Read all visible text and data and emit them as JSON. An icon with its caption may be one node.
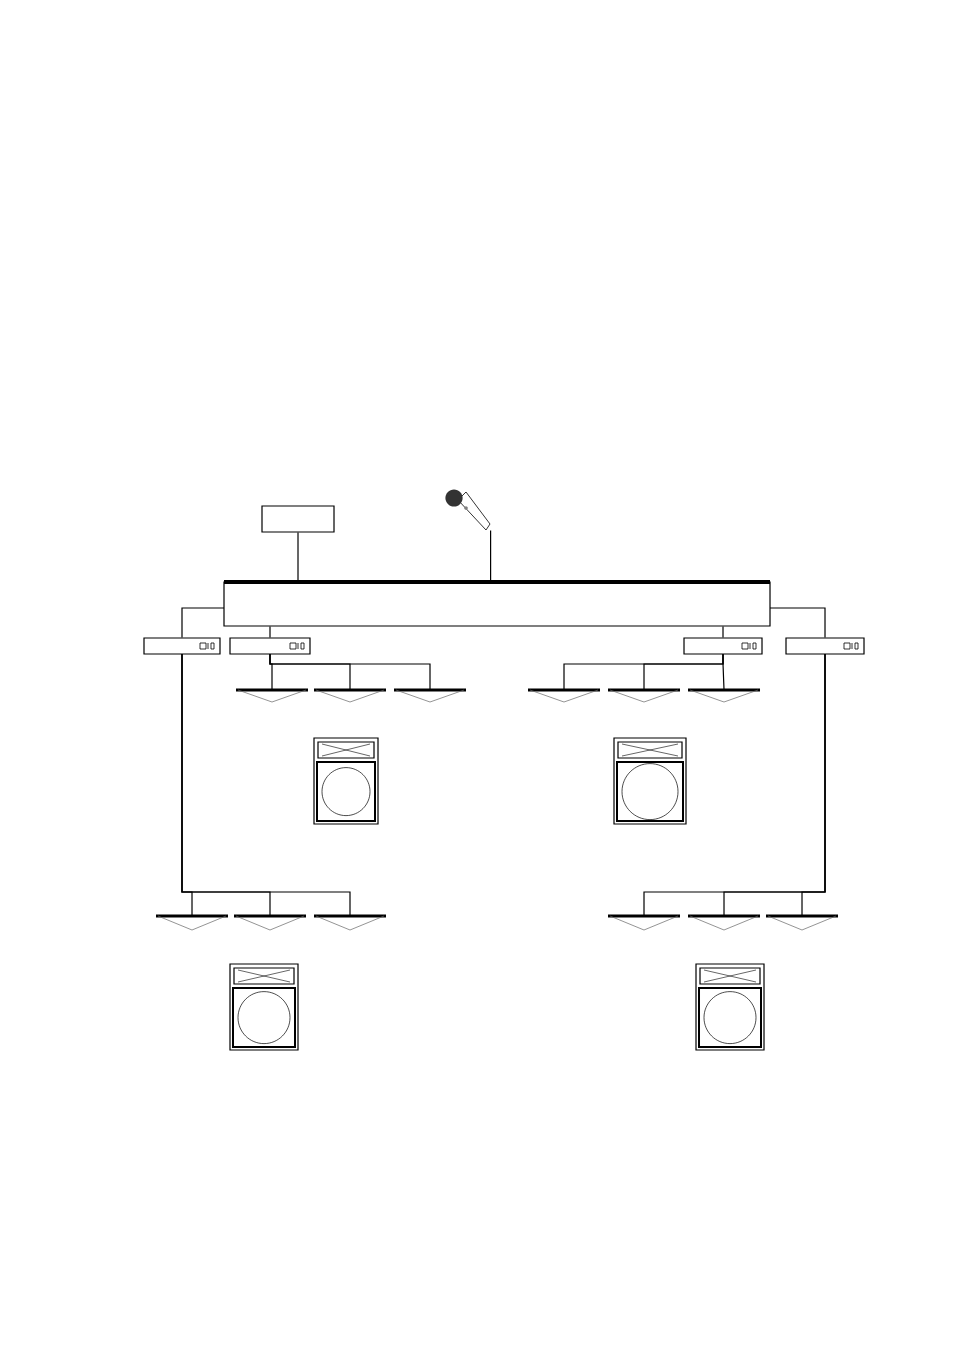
{
  "diagram": {
    "nodes": [
      {
        "text": [],
        "shape": "box"
      },
      {
        "text": [],
        "shape": "picture"
      },
      {
        "text": [],
        "shape": "bar"
      },
      {
        "text": [],
        "shape": "box"
      },
      {
        "text": [],
        "shape": "box"
      },
      {
        "text": [],
        "shape": "box"
      },
      {
        "text": [],
        "shape": "box"
      },
      {
        "text": [],
        "shape": "triangle"
      },
      {
        "text": [],
        "shape": "triangle"
      },
      {
        "text": [],
        "shape": "triangle"
      },
      {
        "text": [],
        "shape": "triangle"
      },
      {
        "text": [],
        "shape": "triangle"
      },
      {
        "text": [],
        "shape": "triangle"
      },
      {
        "text": [],
        "shape": "triangle"
      },
      {
        "text": [],
        "shape": "triangle"
      },
      {
        "text": [],
        "shape": "triangle"
      },
      {
        "text": [],
        "shape": "triangle"
      },
      {
        "text": [],
        "shape": "triangle"
      },
      {
        "text": [],
        "shape": "triangle"
      }
    ],
    "edges": [
      {
        "from": 0,
        "to": 2,
        "arrow": "none"
      },
      {
        "from": 1,
        "to": 2,
        "arrow": "none"
      },
      {
        "from": 2,
        "to": 3,
        "arrow": "none"
      },
      {
        "from": 2,
        "to": 4,
        "arrow": "none"
      },
      {
        "from": 2,
        "to": 5,
        "arrow": "none"
      },
      {
        "from": 2,
        "to": 6,
        "arrow": "none"
      },
      {
        "from": 4,
        "to": 7,
        "arrow": "none"
      },
      {
        "from": 4,
        "to": 8,
        "arrow": "none"
      },
      {
        "from": 4,
        "to": 9,
        "arrow": "none"
      },
      {
        "from": 5,
        "to": 10,
        "arrow": "none"
      },
      {
        "from": 5,
        "to": 11,
        "arrow": "none"
      },
      {
        "from": 5,
        "to": 12,
        "arrow": "none"
      },
      {
        "from": 3,
        "to": 13,
        "arrow": "none"
      },
      {
        "from": 3,
        "to": 14,
        "arrow": "none"
      },
      {
        "from": 3,
        "to": 15,
        "arrow": "none"
      },
      {
        "from": 6,
        "to": 16,
        "arrow": "none"
      },
      {
        "from": 6,
        "to": 17,
        "arrow": "none"
      },
      {
        "from": 6,
        "to": 18,
        "arrow": "none"
      }
    ]
  }
}
